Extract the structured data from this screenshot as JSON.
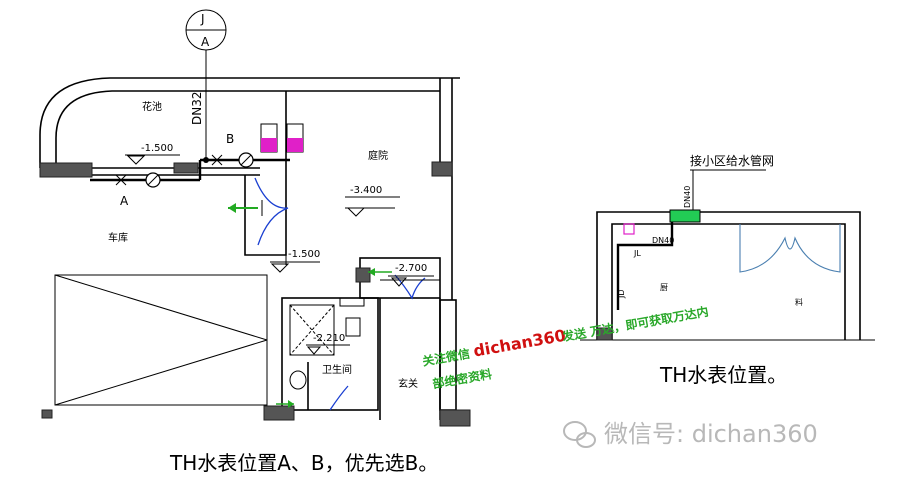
{
  "left_plan": {
    "symbol_top": "J",
    "symbol_bottom": "A",
    "pipe_size": "DN32",
    "garden": "花池",
    "yard": "庭院",
    "garage": "车库",
    "bathroom": "卫生间",
    "entrance": "玄关",
    "meter_a": "A",
    "meter_b": "B",
    "elev_1": "-1.500",
    "elev_2": "-3.400",
    "elev_3": "-1.500",
    "elev_4": "-2.700",
    "elev_5": "-2.210",
    "caption": "TH水表位置A、B，优先选B。"
  },
  "right_plan": {
    "supply_label": "接小区给水管网",
    "pipe_size_top": "DN40",
    "pipe_size_mid": "DN40",
    "riser_label": "JL",
    "riser_mark": "JD",
    "room_left": "厨",
    "room_right": "料",
    "caption": "TH水表位置。"
  },
  "watermark": {
    "prefix": "关注微信",
    "handle": "dichan360",
    "suffix": "发送 万达，即可获取万达内",
    "line2": "部绝密资料",
    "brand": "微信号: dichan360"
  },
  "colors": {
    "magenta": "#e020c8",
    "green_arrow": "#22aa22",
    "blue_fixture": "#1a3fd1"
  }
}
